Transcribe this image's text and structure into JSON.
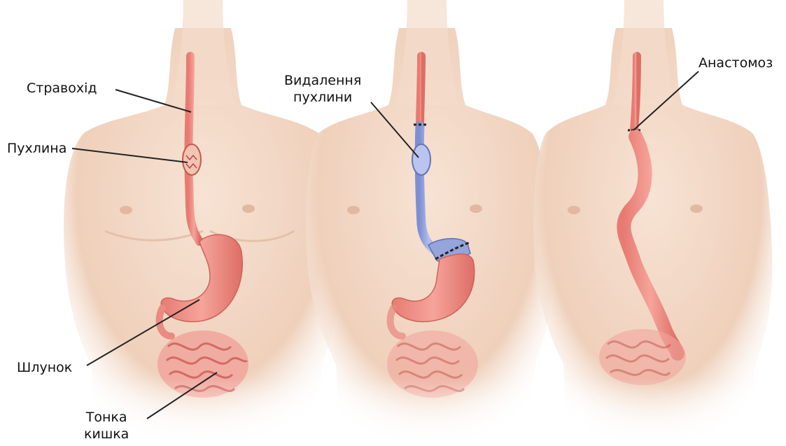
{
  "figure": {
    "labels": {
      "esophagus": "Стравохід",
      "tumor": "Пухлина",
      "stomach": "Шлунок",
      "small_intestine_line1": "Тонка",
      "small_intestine_line2": "кишка",
      "tumor_removal_line1": "Видалення",
      "tumor_removal_line2": "пухлини",
      "anastomosis": "Анастомоз"
    },
    "colors": {
      "skin": "#f3d9c6",
      "skin_shadow": "#e6bfa6",
      "organ": "#ee8f86",
      "organ_dark": "#d8685f",
      "removed_section": "#8f9fd8",
      "leader_line": "#222222"
    }
  }
}
